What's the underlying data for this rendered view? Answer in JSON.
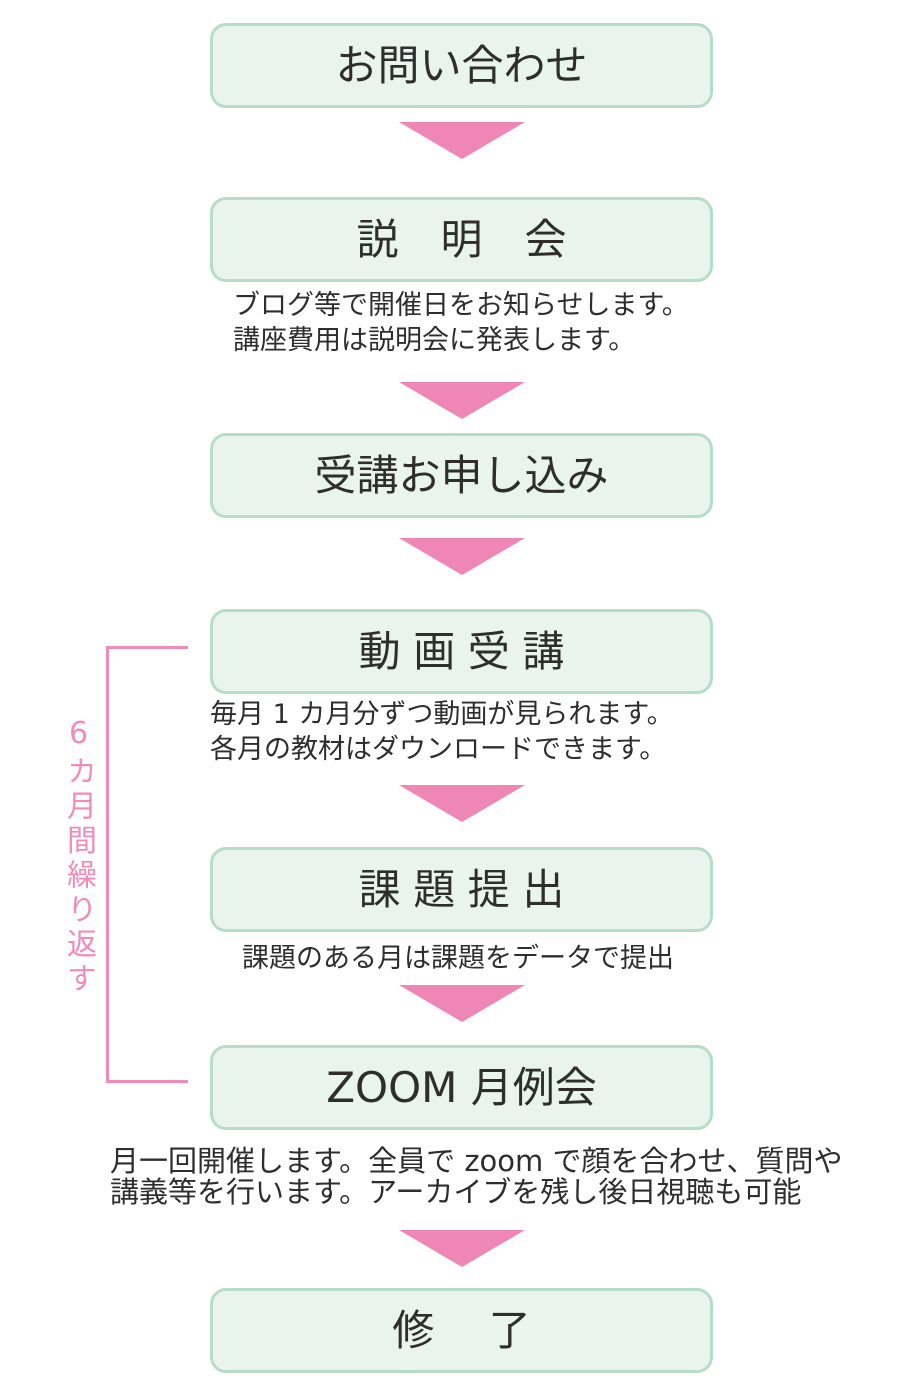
{
  "colors": {
    "arrow_pink": "#ee86b6",
    "line_pink": "#f18cba",
    "box_fill": "#e9f4ef",
    "box_border": "#b7dcca",
    "text_dark": "#2e2e2e"
  },
  "side_label": {
    "text": "6カ月間繰り返す"
  },
  "steps": [
    {
      "title": "お問い合わせ"
    },
    {
      "title": "説明会",
      "caption_lines": [
        "ブログ等で開催日をお知らせします。",
        "講座費用は説明会に発表します。"
      ]
    },
    {
      "title": "受講お申し込み"
    },
    {
      "title": "動画受講",
      "caption_lines": [
        "毎月 1 カ月分ずつ動画が見られます。",
        "各月の教材はダウンロードできます。"
      ]
    },
    {
      "title": "課題提出",
      "caption_lines": [
        "課題のある月は課題をデータで提出"
      ]
    },
    {
      "title": "ZOOM 月例会",
      "caption_lines": [
        "月一回開催します。全員で zoom で顔を合わせ、質問や",
        "講義等を行います。アーカイブを残し後日視聴も可能"
      ]
    },
    {
      "title": "修了"
    }
  ]
}
